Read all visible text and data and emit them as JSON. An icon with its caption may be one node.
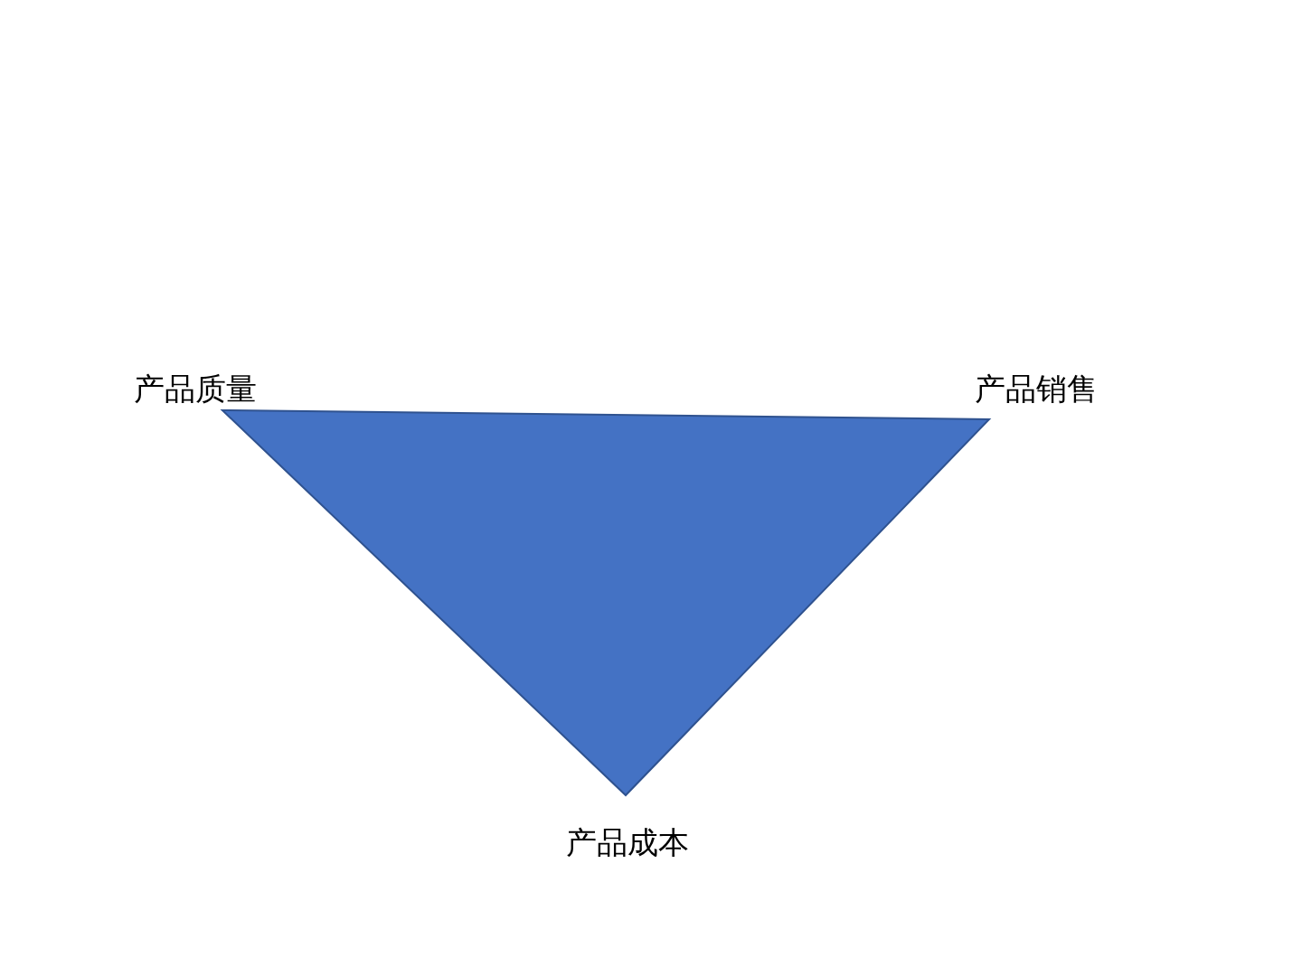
{
  "diagram": {
    "nodes": [
      {
        "text": [],
        "shape": "triangle"
      }
    ],
    "labels": [
      "产品质量",
      "产品销售",
      "产品成本"
    ]
  }
}
